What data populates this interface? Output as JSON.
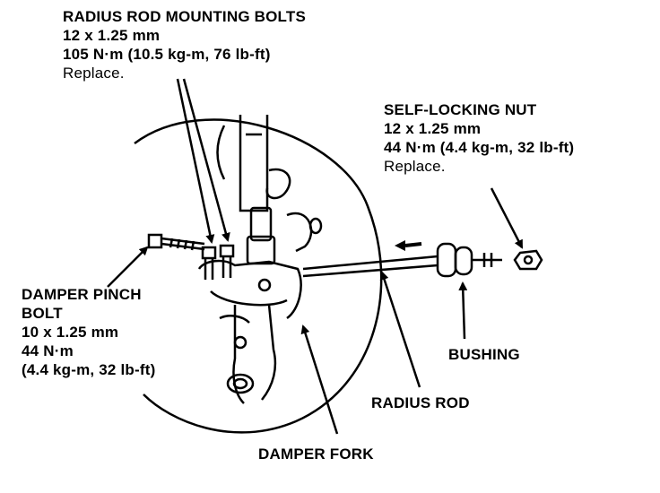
{
  "callouts": {
    "radius_rod_bolts": {
      "title": "RADIUS ROD MOUNTING BOLTS",
      "size": "12 x 1.25 mm",
      "torque": "105 N·m (10.5 kg-m, 76 lb-ft)",
      "note": "Replace."
    },
    "self_locking_nut": {
      "title": "SELF-LOCKING NUT",
      "size": "12 x 1.25 mm",
      "torque": "44 N·m (4.4 kg-m, 32 lb-ft)",
      "note": "Replace."
    },
    "damper_pinch_bolt": {
      "title_line1": "DAMPER PINCH",
      "title_line2": "BOLT",
      "size": "10 x 1.25 mm",
      "torque_nm": "44 N·m",
      "torque_other": "(4.4 kg-m, 32 lb-ft)"
    },
    "bushing": "BUSHING",
    "radius_rod": "RADIUS ROD",
    "damper_fork": "DAMPER FORK"
  }
}
